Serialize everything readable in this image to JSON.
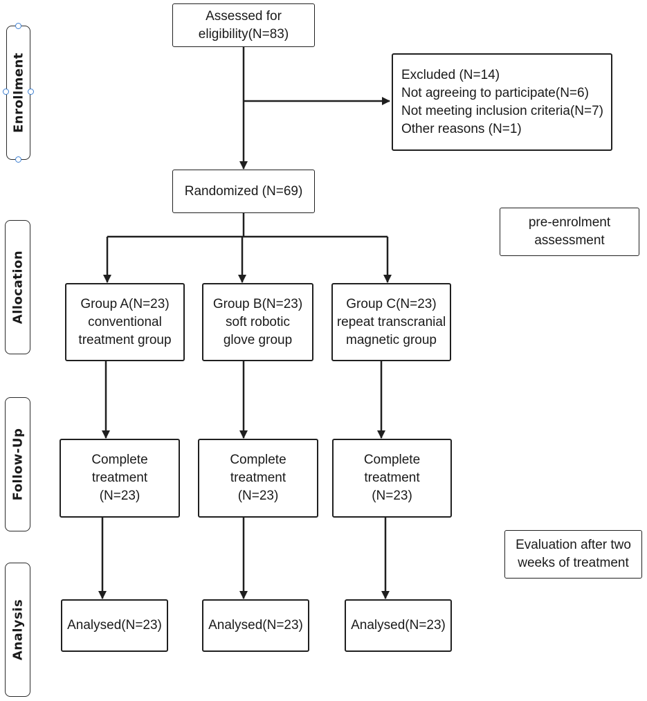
{
  "stages": {
    "enrollment": "Enrollment",
    "allocation": "Allocation",
    "follow_up": "Follow-Up",
    "analysis": "Analysis"
  },
  "assessed": [
    "Assessed for",
    "eligibility(N=83)"
  ],
  "excluded": [
    "Excluded  (N=14)",
    "Not agreeing to participate(N=6)",
    "Not meeting inclusion criteria(N=7)",
    "Other reasons (N=1)"
  ],
  "randomized": "Randomized  (N=69)",
  "pre_enrolment": [
    "pre-enrolment",
    "assessment"
  ],
  "evaluation": [
    "Evaluation after two",
    "weeks of treatment"
  ],
  "groups": [
    {
      "title": "Group A(N=23)",
      "line2": "conventional",
      "line3": "treatment group"
    },
    {
      "title": "Group B(N=23)",
      "line2": "soft robotic",
      "line3": "glove group"
    },
    {
      "title": "Group C(N=23)",
      "line2": "repeat transcranial",
      "line3": "magnetic group"
    }
  ],
  "followup": [
    {
      "line1": "Complete",
      "line2": "treatment",
      "line3": "(N=23)"
    },
    {
      "line1": "Complete",
      "line2": "treatment",
      "line3": "(N=23)"
    },
    {
      "line1": "Complete",
      "line2": "treatment",
      "line3": "(N=23)"
    }
  ],
  "analysed": [
    "Analysed(N=23)",
    "Analysed(N=23)",
    "Analysed(N=23)"
  ]
}
